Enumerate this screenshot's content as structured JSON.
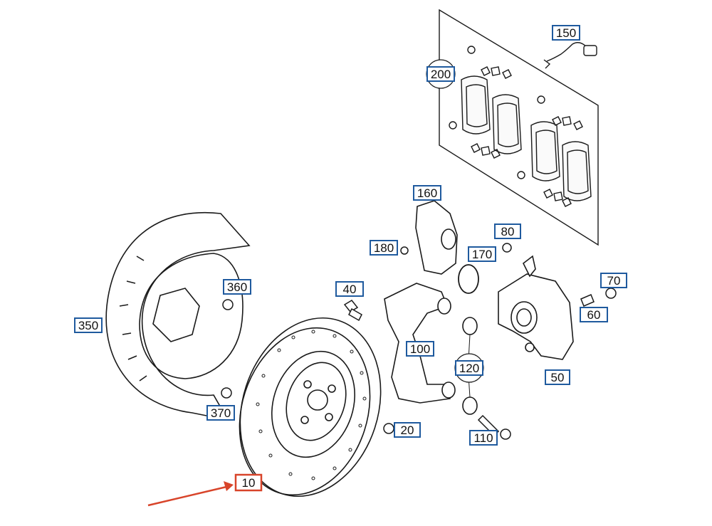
{
  "colors": {
    "callout_border": "#1f5a9e",
    "highlight_border": "#d8442a",
    "arrow": "#d8442a",
    "line_art": "#1a1a1a"
  },
  "callouts": {
    "c150": "150",
    "c200": "200",
    "c160": "160",
    "c180": "180",
    "c80": "80",
    "c170": "170",
    "c360": "360",
    "c40": "40",
    "c70": "70",
    "c60": "60",
    "c350": "350",
    "c100": "100",
    "c120": "120",
    "c50": "50",
    "c370": "370",
    "c20": "20",
    "c110": "110",
    "c10": "10"
  },
  "highlighted_part": "10"
}
